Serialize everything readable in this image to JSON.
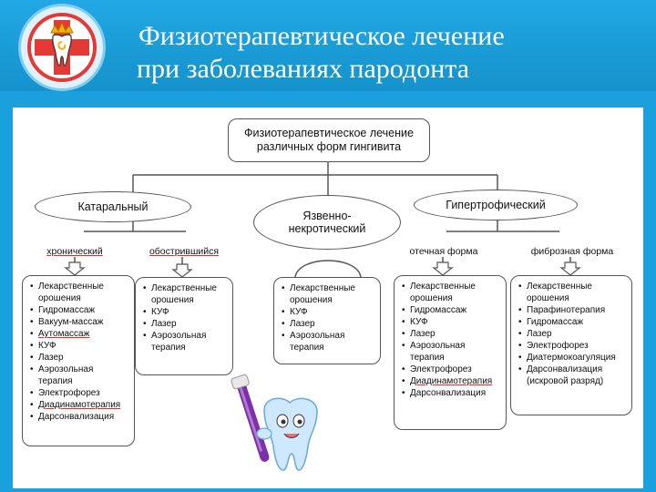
{
  "header": {
    "title_line1": "Физиотерапевтическое лечение",
    "title_line2": "при  заболеваниях  пародонта"
  },
  "diagram": {
    "root": "Физиотерапевтическое лечение различных форм гингивита",
    "forms": [
      {
        "name": "Катаральный"
      },
      {
        "name": "Язвенно-некротический"
      },
      {
        "name": "Гипертрофический"
      }
    ],
    "subforms": [
      {
        "name": "хронический"
      },
      {
        "name": "обострившийся"
      },
      {
        "name": "отечная форма"
      },
      {
        "name": "фиброзная форма"
      }
    ],
    "treatments": [
      {
        "items": [
          "Лекарственные орошения",
          "Гидромассаж",
          "Вакуум-массаж",
          "Аутомассаж",
          "КУФ",
          "Лазер",
          "Аэрозольная терапия",
          "Электрофорез",
          "Диадинамотерапия",
          "Дарсонвализация"
        ]
      },
      {
        "items": [
          "Лекарственные орошения",
          "КУФ",
          "Лазер",
          "Аэрозольная терапия"
        ]
      },
      {
        "items": [
          "Лекарственные орошения",
          "КУФ",
          "Лазер",
          "Аэрозольная терапия"
        ]
      },
      {
        "items": [
          "Лекарственные орошения",
          "Гидромассаж",
          "КУФ",
          "Лазер",
          "Аэрозольная терапия",
          "Электрофорез",
          "Диадинамотерапия",
          "Дарсонвализация"
        ]
      },
      {
        "items": [
          "Лекарственные орошения",
          "Парафинотерапия",
          "Гидромассаж",
          "Лазер",
          "Электрофорез",
          "Диатермокоагуляция",
          "Дарсонвализация (искровой разряд)"
        ]
      }
    ]
  },
  "colors": {
    "background": "#1aa0dc",
    "logo_cross": "#e53935",
    "logo_crown": "#f5b400",
    "toothbrush": "#7b2fa8",
    "tooth_body": "#cde8ff"
  }
}
